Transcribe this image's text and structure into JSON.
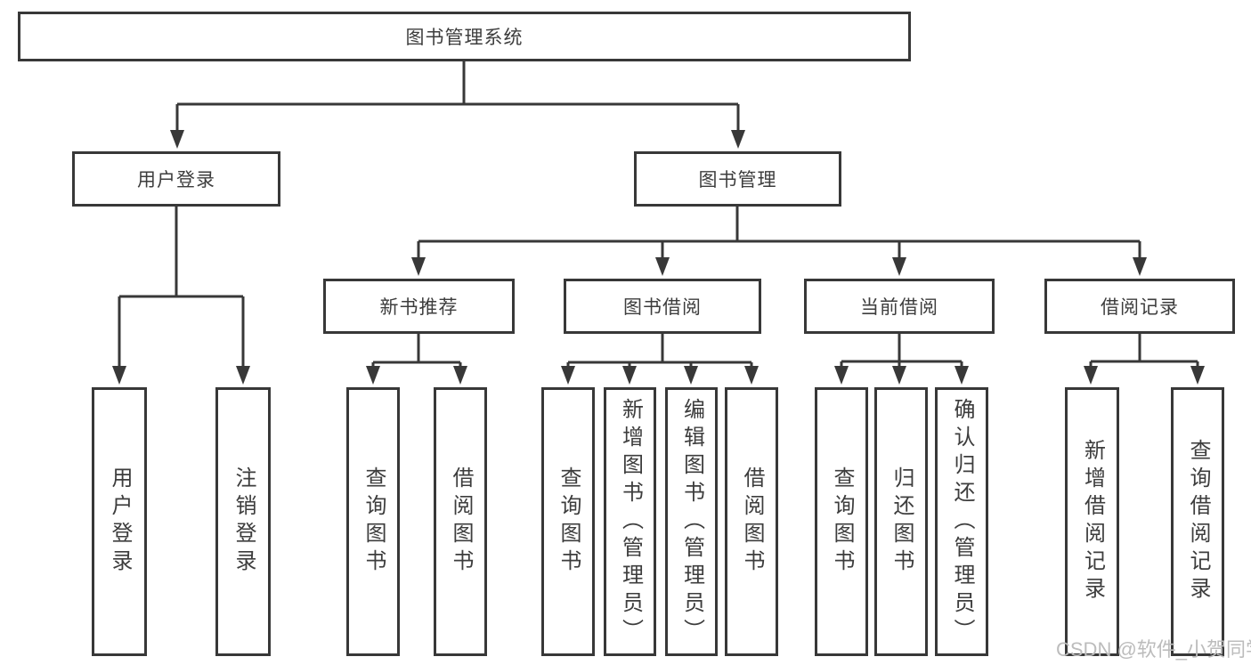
{
  "diagram": {
    "title": "图书管理系统",
    "root": "图书管理系统",
    "branches": [
      {
        "label": "用户登录",
        "children": [
          "用户登录",
          "注销登录"
        ]
      },
      {
        "label": "图书管理",
        "children": [
          {
            "label": "新书推荐",
            "children": [
              "查询图书",
              "借阅图书"
            ]
          },
          {
            "label": "图书借阅",
            "children": [
              "查询图书",
              "新增图书（管理员）",
              "编辑图书（管理员）",
              "借阅图书"
            ]
          },
          {
            "label": "当前借阅",
            "children": [
              "查询图书",
              "归还图书",
              "确认归还（管理员）"
            ]
          },
          {
            "label": "借阅记录",
            "children": [
              "新增借阅记录",
              "查询借阅记录"
            ]
          }
        ]
      }
    ]
  },
  "colors": {
    "line": "#383838",
    "text": "#3d3d3d",
    "box_background": "#ffffff",
    "watermark": "#bcbcbc"
  },
  "watermark": {
    "text": "CSDN @软件_小贺同学"
  }
}
